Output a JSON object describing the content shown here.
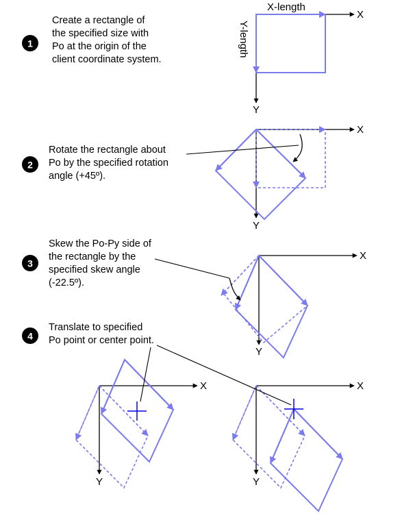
{
  "colors": {
    "shape": "#7b7bf0",
    "axis": "#000000",
    "center_mark": "#0000e6",
    "badge": "#000000",
    "badge_text": "#ffffff"
  },
  "steps": [
    {
      "number": "1",
      "text": "Create a rectangle of\nthe specified size with\nPo at the origin of the\nclient coordinate system."
    },
    {
      "number": "2",
      "text": "Rotate the rectangle about\nPo by the specified rotation\nangle (+45º)."
    },
    {
      "number": "3",
      "text": "Skew the Po-Py side of\nthe rectangle by the\nspecified skew angle\n(-22.5º)."
    },
    {
      "number": "4",
      "text": "Translate to specified\nPo point or center point."
    }
  ],
  "labels": {
    "x_axis": "X",
    "y_axis": "Y",
    "x_length": "X-length",
    "y_length": "Y-length"
  }
}
